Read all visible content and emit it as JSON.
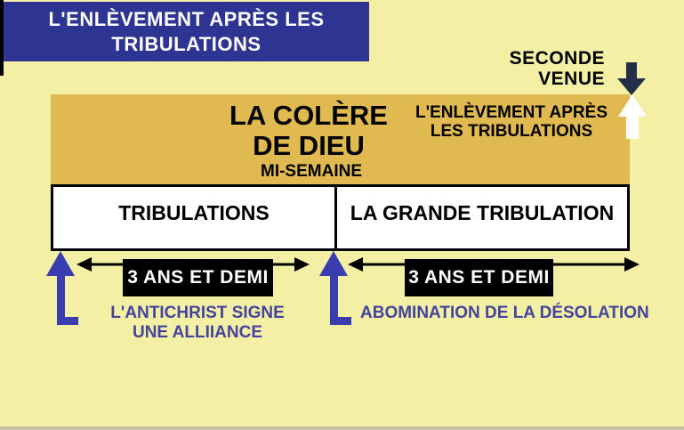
{
  "colors": {
    "background": "#F3EFA4",
    "navy": "#2E3492",
    "gold": "#E0B951",
    "black": "#000000",
    "white": "#FFFFFF",
    "arrow_blue": "#3A3DB0",
    "text_blue": "#44449E",
    "dark_navy_arrow": "#232E48",
    "edge_strip": "#C6C3A8"
  },
  "header": {
    "title_line1": "L'ENLÈVEMENT APRÈS LES",
    "title_line2": "TRIBULATIONS"
  },
  "second_coming": {
    "line1": "SECONDE",
    "line2": "VENUE"
  },
  "wrath_banner": {
    "title_line1": "LA COLÈRE",
    "title_line2": "DE DIEU",
    "midweek_label": "MI-SEMAINE",
    "rapture_line1": "L'ENLÈVEMENT APRÈS",
    "rapture_line2": "LES TRIBULATIONS"
  },
  "timeline": {
    "first_half_label": "TRIBULATIONS",
    "second_half_label": "LA GRANDE TRIBULATION",
    "first_duration": "3 ANS ET DEMI",
    "second_duration": "3 ANS ET DEMI"
  },
  "events": {
    "covenant_line1": "L'ANTICHRIST SIGNE",
    "covenant_line2": "UNE ALLIIANCE",
    "abomination": "ABOMINATION DE LA DÉSOLATION"
  },
  "icons": {
    "second_coming_arrow": "down-arrow",
    "rapture_arrow": "up-arrow",
    "covenant_arrow": "elbow-up-arrow",
    "abomination_arrow": "elbow-up-arrow",
    "first_span_arrow": "double-headed-arrow",
    "second_span_arrow": "double-headed-arrow"
  }
}
